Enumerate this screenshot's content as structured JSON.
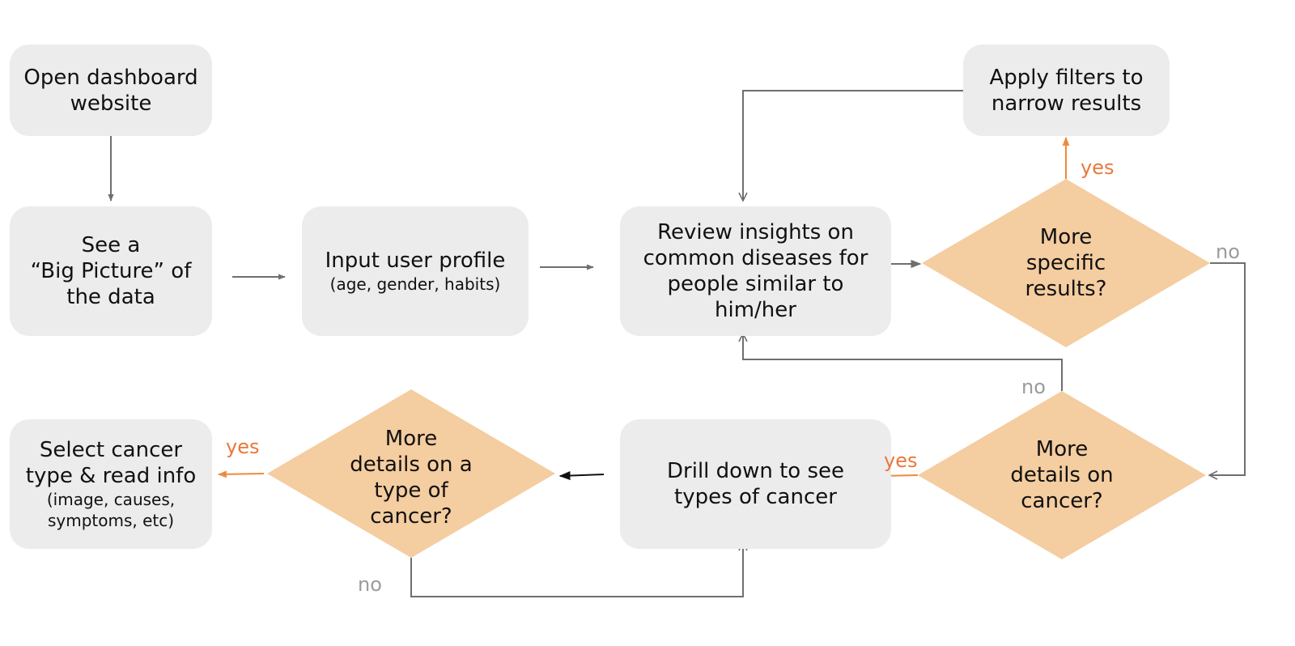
{
  "colors": {
    "box_fill": "#ececec",
    "diamond_fill": "#f4cda0",
    "connector": "#6f6f6f",
    "yes_label": "#e8783a",
    "no_label": "#9b9b9b"
  },
  "nodes": {
    "open_dashboard": {
      "lines": [
        "Open dashboard",
        "website"
      ]
    },
    "big_picture": {
      "lines": [
        "See a",
        "“Big Picture” of",
        "the data"
      ]
    },
    "input_profile": {
      "lines": [
        "Input user profile"
      ],
      "sub": [
        "(age, gender, habits)"
      ]
    },
    "review_insights": {
      "lines": [
        "Review insights on",
        "common diseases for",
        "people similar to",
        "him/her"
      ]
    },
    "apply_filters": {
      "lines": [
        "Apply filters to",
        "narrow results"
      ]
    },
    "more_specific": {
      "lines": [
        "More",
        "specific",
        "results?"
      ]
    },
    "more_details_cancer": {
      "lines": [
        "More",
        "details on",
        "cancer?"
      ]
    },
    "drill_down": {
      "lines": [
        "Drill down to see",
        "types of cancer"
      ]
    },
    "more_details_type": {
      "lines": [
        "More",
        "details on a",
        "type of",
        "cancer?"
      ]
    },
    "select_cancer": {
      "lines": [
        "Select cancer",
        "type & read info"
      ],
      "sub": [
        "(image, causes,",
        "symptoms, etc)"
      ]
    }
  },
  "edge_labels": {
    "specific_yes": "yes",
    "specific_no": "no",
    "details_no": "no",
    "details_yes": "yes",
    "type_yes": "yes",
    "type_no": "no"
  }
}
